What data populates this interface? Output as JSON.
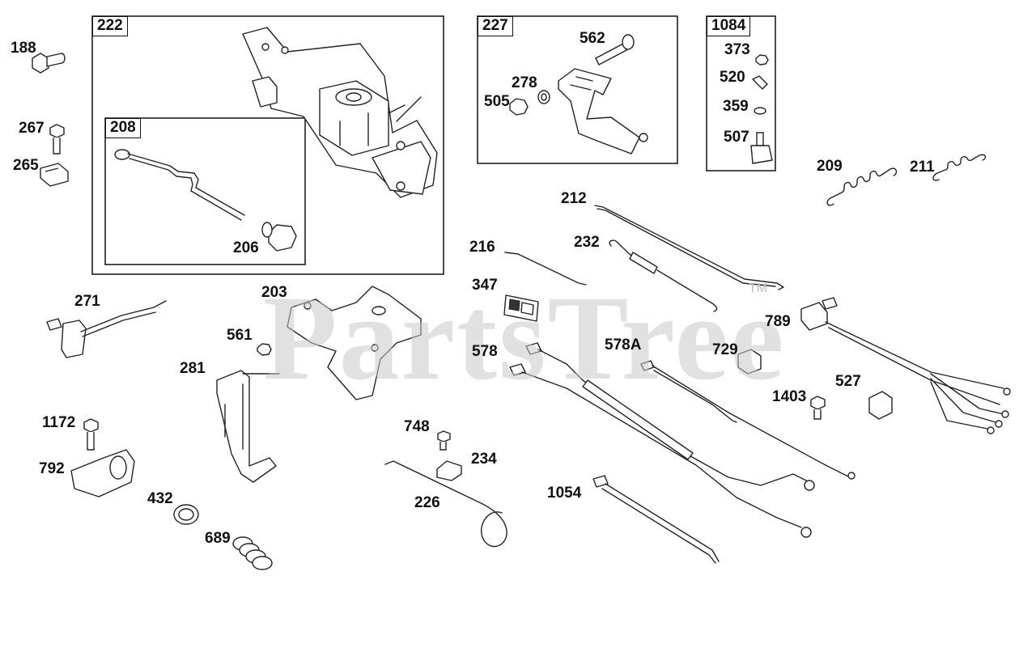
{
  "watermark": "PartsTree",
  "trademark": "TM",
  "groups": [
    {
      "id": "222"
    },
    {
      "id": "208"
    },
    {
      "id": "227"
    },
    {
      "id": "1084"
    }
  ],
  "parts": [
    "188",
    "267",
    "265",
    "222",
    "208",
    "206",
    "227",
    "562",
    "278",
    "505",
    "1084",
    "373",
    "520",
    "359",
    "507",
    "209",
    "211",
    "212",
    "216",
    "232",
    "347",
    "789",
    "271",
    "203",
    "561",
    "578",
    "578A",
    "729",
    "281",
    "527",
    "1403",
    "1172",
    "748",
    "234",
    "792",
    "226",
    "1054",
    "432",
    "689"
  ]
}
